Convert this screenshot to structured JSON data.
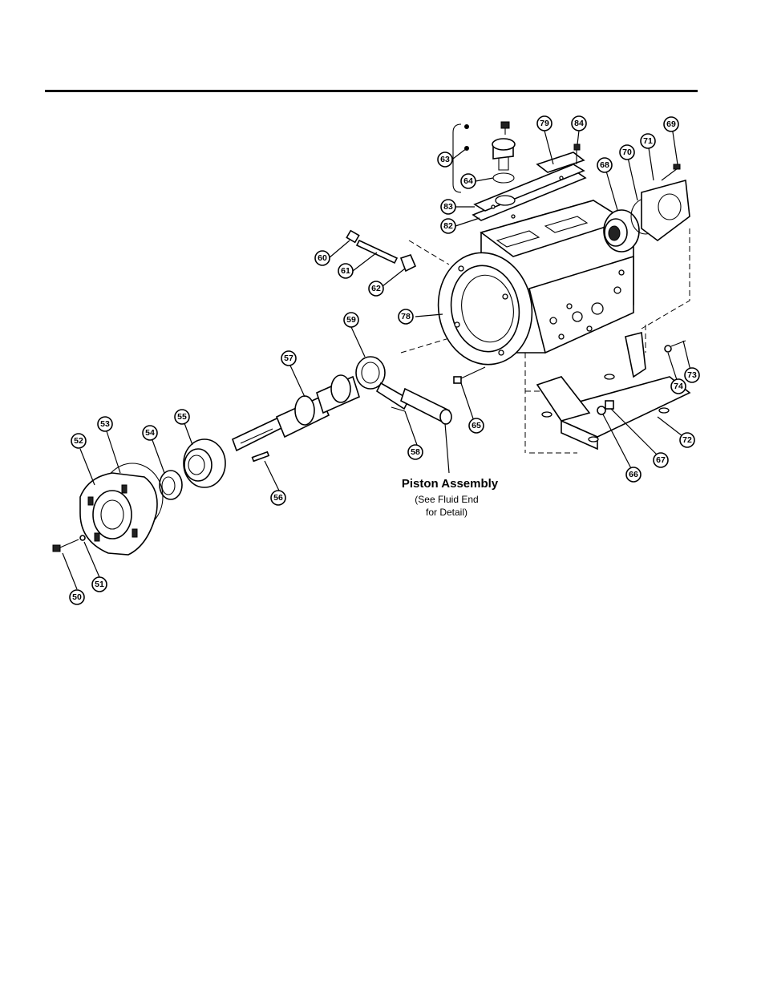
{
  "callouts": [
    {
      "id": "c50",
      "label": "50"
    },
    {
      "id": "c51",
      "label": "51"
    },
    {
      "id": "c52",
      "label": "52"
    },
    {
      "id": "c53",
      "label": "53"
    },
    {
      "id": "c54",
      "label": "54"
    },
    {
      "id": "c55",
      "label": "55"
    },
    {
      "id": "c56",
      "label": "56"
    },
    {
      "id": "c57",
      "label": "57"
    },
    {
      "id": "c58",
      "label": "58"
    },
    {
      "id": "c59",
      "label": "59"
    },
    {
      "id": "c60",
      "label": "60"
    },
    {
      "id": "c61",
      "label": "61"
    },
    {
      "id": "c62",
      "label": "62"
    },
    {
      "id": "c63",
      "label": "63"
    },
    {
      "id": "c64",
      "label": "64"
    },
    {
      "id": "c65",
      "label": "65"
    },
    {
      "id": "c66",
      "label": "66"
    },
    {
      "id": "c67",
      "label": "67"
    },
    {
      "id": "c68",
      "label": "68"
    },
    {
      "id": "c69",
      "label": "69"
    },
    {
      "id": "c70",
      "label": "70"
    },
    {
      "id": "c71",
      "label": "71"
    },
    {
      "id": "c72",
      "label": "72"
    },
    {
      "id": "c73",
      "label": "73"
    },
    {
      "id": "c74",
      "label": "74"
    },
    {
      "id": "c78",
      "label": "78"
    },
    {
      "id": "c79",
      "label": "79"
    },
    {
      "id": "c82",
      "label": "82"
    },
    {
      "id": "c83",
      "label": "83"
    },
    {
      "id": "c84",
      "label": "84"
    }
  ],
  "caption": {
    "title": "Piston Assembly",
    "note_line1": "(See Fluid End",
    "note_line2": "for Detail)"
  }
}
